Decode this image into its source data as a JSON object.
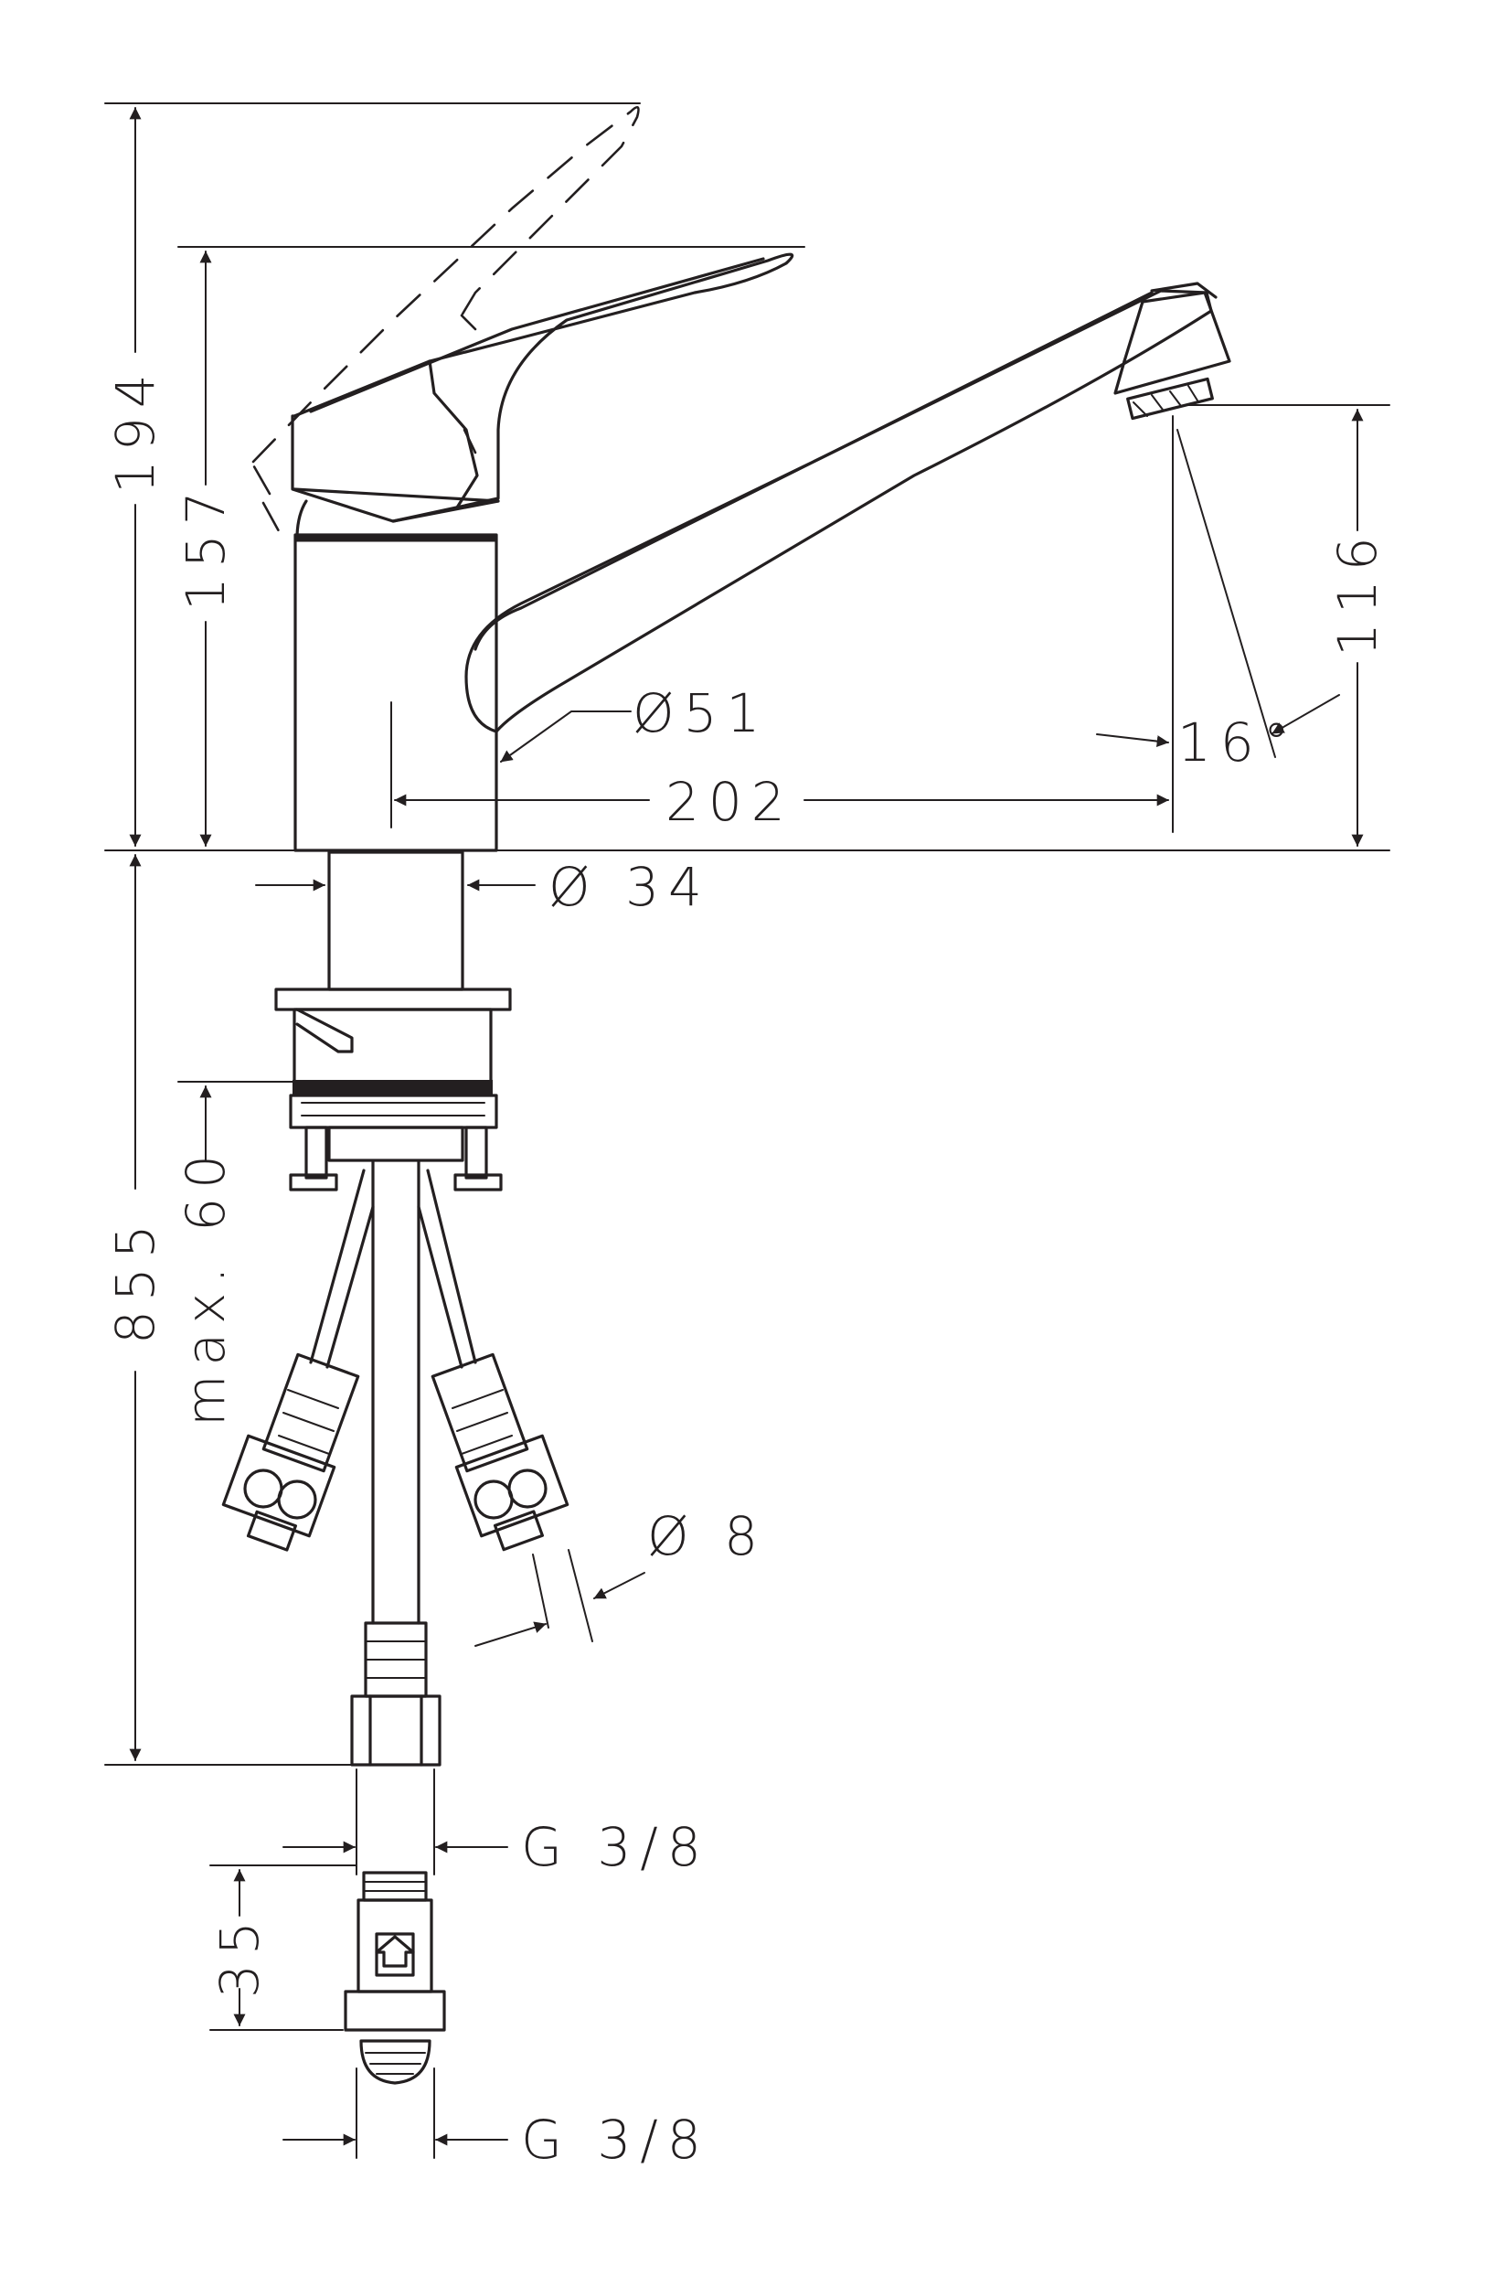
{
  "drawing": {
    "dimensions": {
      "total_height": "194",
      "body_height": "157",
      "spout_height": "116",
      "spout_reach": "202",
      "body_diameter": "Ø51",
      "spout_angle": "16°",
      "base_diameter": "Ø 34",
      "hose_length": "855",
      "max_deck_thickness": "max. 60",
      "hose_diameter": "Ø 8",
      "connection_thread_top": "G 3/8",
      "valve_length": "35",
      "connection_thread_bottom": "G 3/8"
    }
  }
}
